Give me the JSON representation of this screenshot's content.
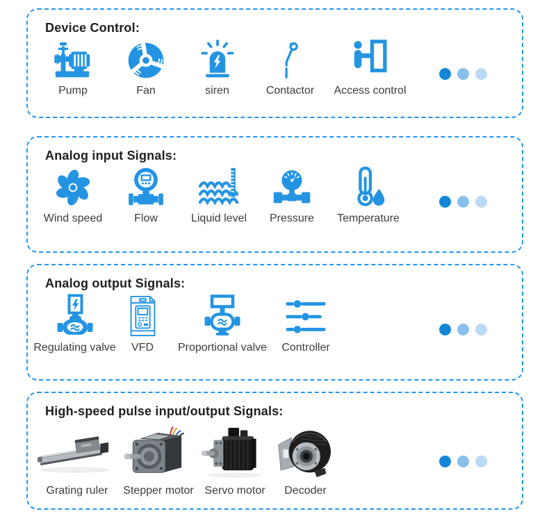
{
  "colors": {
    "icon_blue": "#2494E2",
    "border_blue": "#2196F3",
    "title_text": "#1e1e1e",
    "label_text": "#3c3c3c",
    "ellipsis_dots": [
      "#1486D8",
      "#87C0EB",
      "#BBDAF4"
    ]
  },
  "sections": [
    {
      "title": "Device Control:",
      "items": [
        {
          "label": "Pump",
          "icon": "pump-icon"
        },
        {
          "label": "Fan",
          "icon": "fan-icon"
        },
        {
          "label": "siren",
          "icon": "siren-icon"
        },
        {
          "label": "Contactor",
          "icon": "contactor-icon"
        },
        {
          "label": "Access control",
          "icon": "access-control-icon"
        }
      ]
    },
    {
      "title": "Analog input Signals:",
      "items": [
        {
          "label": "Wind speed",
          "icon": "wind-speed-icon"
        },
        {
          "label": "Flow",
          "icon": "flow-meter-icon"
        },
        {
          "label": "Liquid level",
          "icon": "liquid-level-icon"
        },
        {
          "label": "Pressure",
          "icon": "pressure-gauge-icon"
        },
        {
          "label": "Temperature",
          "icon": "temperature-icon"
        }
      ]
    },
    {
      "title": "Analog output Signals:",
      "items": [
        {
          "label": "Regulating valve",
          "icon": "regulating-valve-icon"
        },
        {
          "label": "VFD",
          "icon": "vfd-icon"
        },
        {
          "label": "Proportional valve",
          "icon": "proportional-valve-icon"
        },
        {
          "label": "Controller",
          "icon": "controller-sliders-icon"
        }
      ]
    },
    {
      "title": "High-speed pulse input/output Signals:",
      "items": [
        {
          "label": "Grating ruler",
          "icon": "grating-ruler-photo"
        },
        {
          "label": "Stepper motor",
          "icon": "stepper-motor-photo"
        },
        {
          "label": "Servo motor",
          "icon": "servo-motor-photo"
        },
        {
          "label": "Decoder",
          "icon": "decoder-photo"
        }
      ]
    }
  ],
  "ellipsis": {
    "meaning": "more items",
    "dot_count": 3
  }
}
